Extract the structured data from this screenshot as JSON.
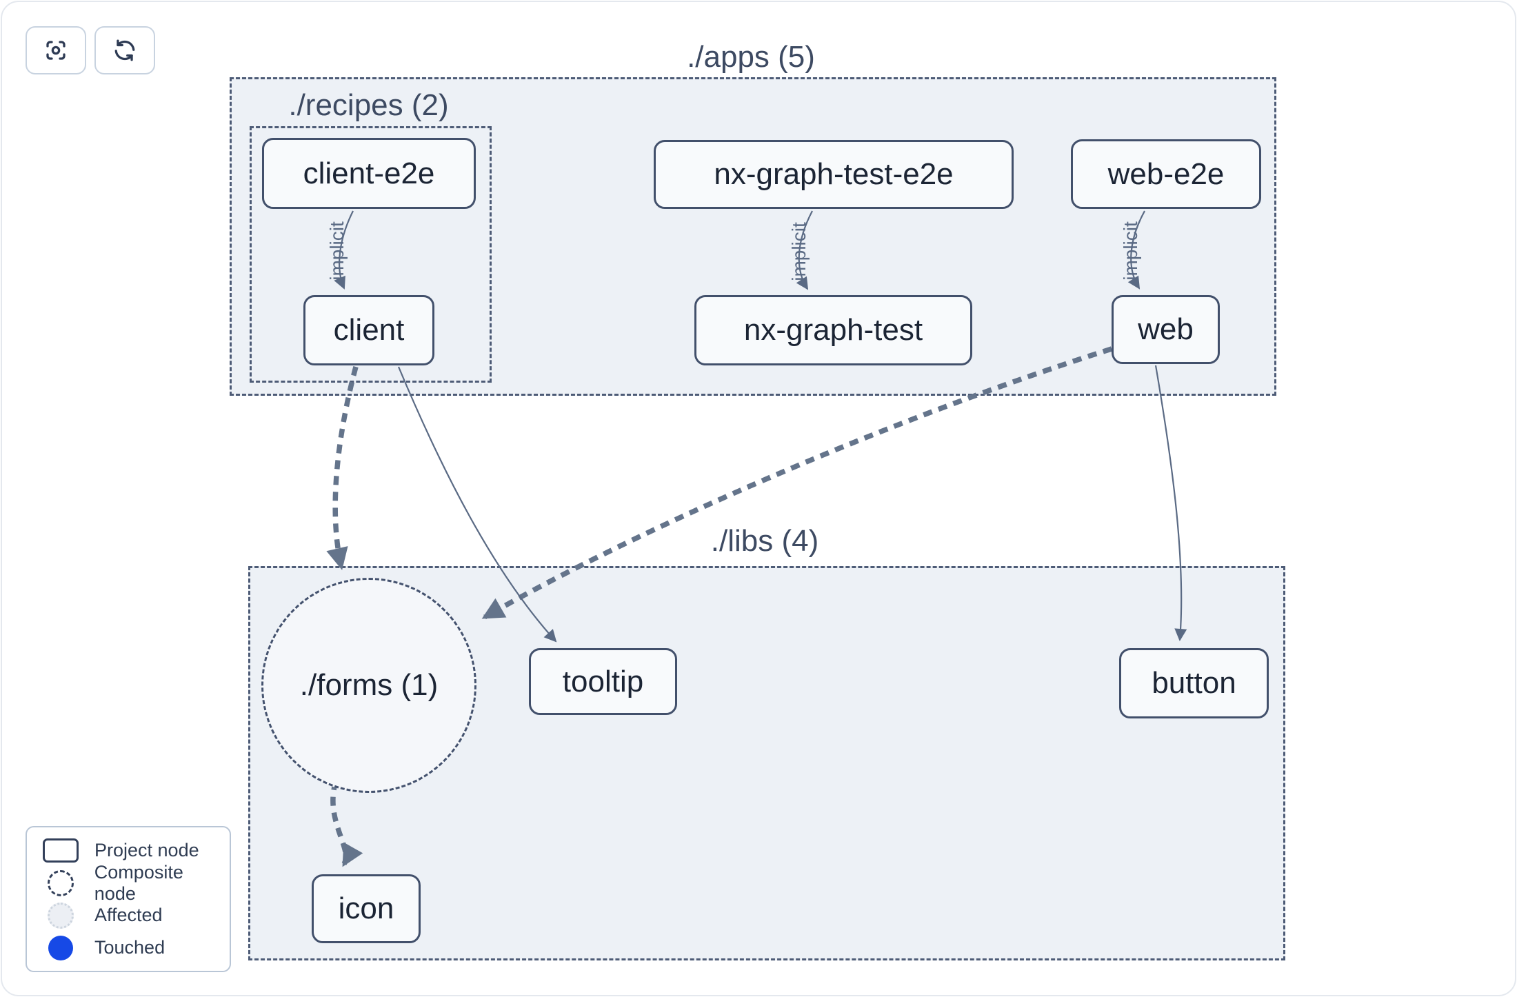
{
  "toolbar": {
    "focus_button": "focus graph",
    "refresh_button": "refresh graph"
  },
  "diagram": {
    "groups": [
      {
        "id": "apps",
        "label": "./apps (5)"
      },
      {
        "id": "recipes",
        "label": "./recipes (2)"
      },
      {
        "id": "libs",
        "label": "./libs (4)"
      }
    ],
    "composites": [
      {
        "id": "forms",
        "label": "./forms (1)"
      }
    ],
    "nodes": [
      {
        "id": "client-e2e",
        "label": "client-e2e"
      },
      {
        "id": "nx-graph-test-e2e",
        "label": "nx-graph-test-e2e"
      },
      {
        "id": "web-e2e",
        "label": "web-e2e"
      },
      {
        "id": "client",
        "label": "client"
      },
      {
        "id": "nx-graph-test",
        "label": "nx-graph-test"
      },
      {
        "id": "web",
        "label": "web"
      },
      {
        "id": "tooltip",
        "label": "tooltip"
      },
      {
        "id": "button",
        "label": "button"
      },
      {
        "id": "icon",
        "label": "icon"
      }
    ],
    "edges": [
      {
        "from": "client-e2e",
        "to": "client",
        "label": "implicit",
        "style": "thin"
      },
      {
        "from": "nx-graph-test-e2e",
        "to": "nx-graph-test",
        "label": "implicit",
        "style": "thin"
      },
      {
        "from": "web-e2e",
        "to": "web",
        "label": "implicit",
        "style": "thin"
      },
      {
        "from": "client",
        "to": "./forms",
        "style": "thick-dashed"
      },
      {
        "from": "web",
        "to": "./forms",
        "style": "thick-dashed"
      },
      {
        "from": "./forms",
        "to": "icon",
        "style": "thick-dashed"
      },
      {
        "from": "client",
        "to": "tooltip",
        "style": "thin"
      },
      {
        "from": "web",
        "to": "button",
        "style": "thin"
      }
    ]
  },
  "legend": {
    "items": [
      {
        "swatch": "project-node",
        "label": "Project node"
      },
      {
        "swatch": "composite-node",
        "label": "Composite node"
      },
      {
        "swatch": "affected",
        "label": "Affected"
      },
      {
        "swatch": "touched",
        "label": "Touched"
      }
    ]
  },
  "colors": {
    "group_fill": "#edf1f6",
    "node_fill": "#f8fafc",
    "node_border": "#42506b",
    "edge": "#5a6a84",
    "edge_thick": "#64748b",
    "touched_blue": "#1649e6"
  }
}
